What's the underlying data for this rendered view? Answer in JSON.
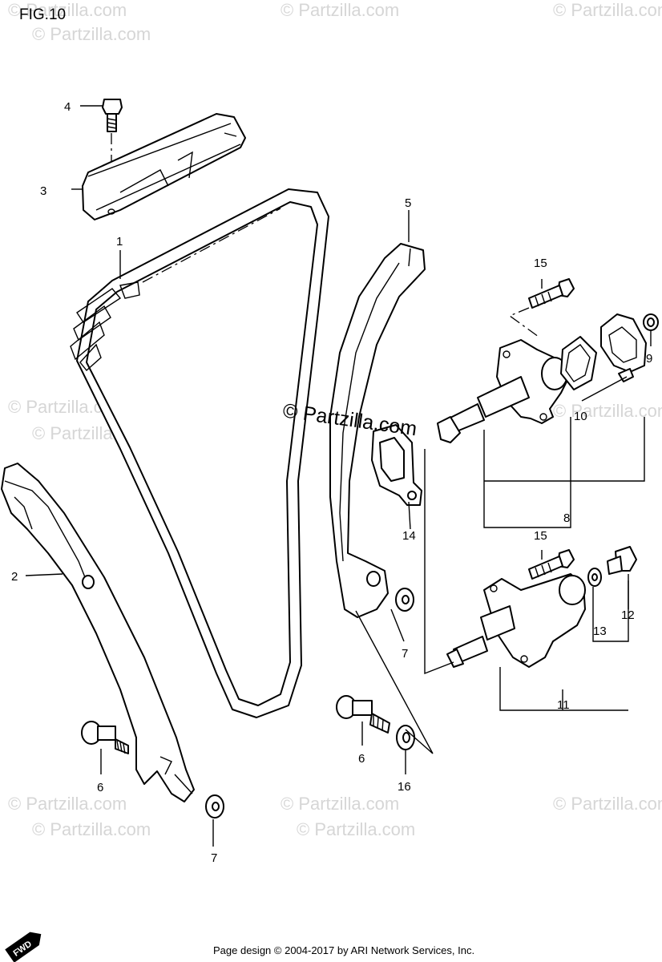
{
  "figure_title": "FIG.10",
  "watermark_text": "© Partzilla.com",
  "footer_text": "Page design © 2004-2017 by ARI Network Services, Inc.",
  "fwd_badge": "FWD",
  "callouts": {
    "c1": "1",
    "c2": "2",
    "c3": "3",
    "c4": "4",
    "c5": "5",
    "c6a": "6",
    "c6b": "6",
    "c7a": "7",
    "c7b": "7",
    "c8": "8",
    "c9": "9",
    "c10": "10",
    "c11": "11",
    "c12": "12",
    "c13": "13",
    "c14": "14",
    "c15a": "15",
    "c15b": "15",
    "c16": "16"
  },
  "colors": {
    "line": "#000000",
    "watermark": "#d6d6d6",
    "background": "#ffffff"
  }
}
